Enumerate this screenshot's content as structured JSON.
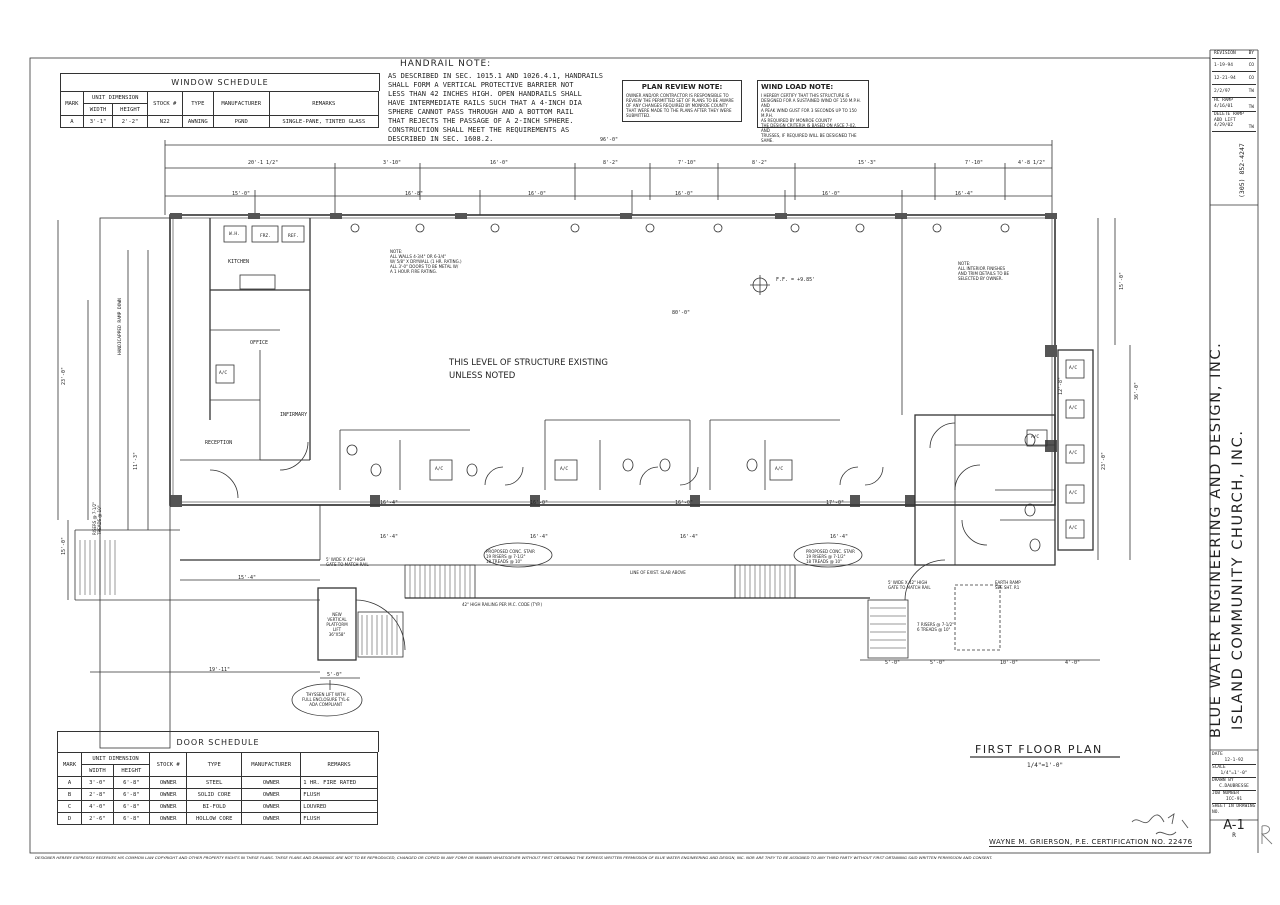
{
  "window_schedule": {
    "title": "WINDOW SCHEDULE",
    "headers": {
      "mark": "MARK",
      "unit_dimension": "UNIT DIMENSION",
      "width": "WIDTH",
      "height": "HEIGHT",
      "stock": "STOCK #",
      "type": "TYPE",
      "manufacturer": "MANUFACTURER",
      "remarks": "REMARKS"
    },
    "row": {
      "mark": "A",
      "width": "3'-1\"",
      "height": "2'-2\"",
      "stock": "N22",
      "type": "AWNING",
      "manufacturer": "PGND",
      "remarks": "SINGLE-PANE, TINTED GLASS"
    }
  },
  "handrail_note": {
    "title": "HANDRAIL NOTE:",
    "lines": [
      "AS DESCRIBED IN SEC. 1015.1 AND 1026.4.1, HANDRAILS",
      "SHALL FORM A VERTICAL PROTECTIVE BARRIER NOT",
      "LESS THAN 42 INCHES HIGH. OPEN HANDRAILS SHALL",
      "HAVE INTERMEDIATE RAILS SUCH THAT A 4-INCH DIA",
      "SPHERE CANNOT PASS THROUGH AND A BOTTOM RAIL",
      "THAT REJECTS THE PASSAGE OF A 2-INCH SPHERE.",
      "CONSTRUCTION SHALL MEET THE REQUIREMENTS AS",
      "DESCRIBED IN SEC. 1608.2."
    ]
  },
  "plan_review_note": {
    "title": "PLAN REVIEW NOTE:",
    "lines": [
      "OWNER AND/OR CONTRACTOR IS RESPONSIBLE TO",
      "REVIEW THE PERMITTED SET OF PLANS TO BE AWARE",
      "OF ANY CHANGES REQUIRED BY MONROE COUNTY",
      "THAT WERE MADE TO THE PLANS AFTER THEY WERE",
      "SUBMITTED."
    ]
  },
  "wind_load_note": {
    "title": "WIND LOAD NOTE:",
    "lines": [
      "I HEREBY CERTIFY THAT THIS STRUCTURE IS",
      "DESIGNED FOR A SUSTAINED WIND OF 150 M.P.H. AND",
      "A PEAK WIND GUST FOR 3 SECONDS UP TO 150 M.P.H.",
      "AS REQUIRED BY MONROE COUNTY",
      "THE DESIGN CRITERIA IS BASED ON ASCE 7-02, AND",
      "TRUSSES, IF REQUIRED WILL BE DESIGNED THE SAME."
    ]
  },
  "dimensions_top": {
    "overall": "96'-0\"",
    "row1": [
      "20'-1 1/2\"",
      "3'-10\"",
      "16'-0\"",
      "8'-2\"",
      "7'-10\"",
      "8'-2\"",
      "15'-3\"",
      "7'-10\"",
      "4'-8 1/2\""
    ],
    "row2": [
      "15'-0\"",
      "16'-8\"",
      "16'-0\"",
      "16'-0\"",
      "16'-0\"",
      "16'-4\""
    ]
  },
  "plan_labels": {
    "center_text_1": "THIS LEVEL OF STRUCTURE EXISTING",
    "center_text_2": "UNLESS NOTED",
    "ff_elevation": "F.F. = +9.85'",
    "dim_80": "80'-0\"",
    "note_left": [
      "NOTE:",
      "ALL WALLS 4-3/4\" OR 6-3/4\"",
      "W/ 5/8\" X DRYWALL (1 HR. RATING.)",
      "ALL 3'-0\" DOORS TO BE METAL W/",
      "A 1 HOUR FIRE RATING."
    ],
    "note_right": [
      "NOTE:",
      "ALL INTERIOR FINISHES",
      "AND TRIM DETAILS TO BE",
      "SELECTED BY OWNER."
    ],
    "rooms": {
      "kitchen": "KITCHEN",
      "office": "OFFICE",
      "infirmary": "INFIRMARY",
      "reception": "RECEPTION",
      "wh": "W.H.",
      "frz": "FRZ.",
      "ref": "REF.",
      "ramp": "HANDICAPPED RAMP DOWN"
    },
    "stair_left": [
      "PROPOSED CONC. STAIR",
      "19 RISERS @ 7-1/2\"",
      "18 TREADS @ 10\""
    ],
    "stair_right": [
      "PROPOSED CONC. STAIR",
      "19 RISERS @ 7-1/2\"",
      "18 TREADS @ 10\""
    ],
    "gate_left": [
      "5' WIDE X 42\" HIGH",
      "GATE TO MATCH RAIL"
    ],
    "gate_right": [
      "5' WIDE X 42\" HIGH",
      "GATE TO MATCH RAIL"
    ],
    "railing": "42\" HIGH RAILING PER M.C. CODE (TYP.)",
    "slab": "LINE OF EXIST. SLAB ABOVE",
    "lift": [
      "NEW",
      "VERTICAL",
      "PLATFORM",
      "LIFT",
      "36\"X58\""
    ],
    "lift_note": [
      "THYSSEN LIFT WITH",
      "FULL ENCLOSURE TYL-E",
      "ADA COMPLIANT"
    ],
    "earth_ramp": [
      "EARTH RAMP",
      "SEE SHT. R1"
    ],
    "risers_right": [
      "7 RISERS @ 7-1/2\"",
      "6 TREADS @ 10\""
    ],
    "risers_left": [
      "RISERS @ 7-1/2\"",
      "TREADS @ 10\""
    ],
    "ac": "A/C",
    "dims_mid": [
      "16'-4\"",
      "16'-0\"",
      "16'-0\"",
      "17'-0\""
    ],
    "dims_low": [
      "16'-4\"",
      "16'-4\"",
      "16'-4\"",
      "16'-4\""
    ],
    "dims_bottom": [
      "15'-4\"",
      "19'-11\"",
      "5'-0\"",
      "5'-0\"",
      "5'-0\"",
      "10'-0\"",
      "4'-0\""
    ],
    "dims_right": [
      "15'-0\"",
      "36'-0\"",
      "23'-0\"",
      "12'-8\""
    ],
    "dims_left": [
      "23'-0\"",
      "11'-3\"",
      "15'-0\""
    ]
  },
  "door_schedule": {
    "title": "DOOR SCHEDULE",
    "headers": {
      "mark": "MARK",
      "unit_dimension": "UNIT DIMENSION",
      "width": "WIDTH",
      "height": "HEIGHT",
      "stock": "STOCK #",
      "type": "TYPE",
      "manufacturer": "MANUFACTURER",
      "remarks": "REMARKS"
    },
    "rows": [
      {
        "mark": "A",
        "width": "3'-0\"",
        "height": "6'-8\"",
        "stock": "OWNER",
        "type": "STEEL",
        "manufacturer": "OWNER",
        "remarks": "1 HR. FIRE RATED"
      },
      {
        "mark": "B",
        "width": "2'-8\"",
        "height": "6'-8\"",
        "stock": "OWNER",
        "type": "SOLID CORE",
        "manufacturer": "OWNER",
        "remarks": "FLUSH"
      },
      {
        "mark": "C",
        "width": "4'-0\"",
        "height": "6'-8\"",
        "stock": "OWNER",
        "type": "BI-FOLD",
        "manufacturer": "OWNER",
        "remarks": "LOUVRED"
      },
      {
        "mark": "D",
        "width": "2'-6\"",
        "height": "6'-8\"",
        "stock": "OWNER",
        "type": "HOLLOW CORE",
        "manufacturer": "OWNER",
        "remarks": "FLUSH"
      }
    ]
  },
  "drawing_title": {
    "name": "FIRST FLOOR PLAN",
    "scale": "1/4\"=1'-0\""
  },
  "title_block": {
    "firm": "BLUE WATER ENGINEERING AND DESIGN, INC.",
    "project": "ISLAND COMMUNITY CHURCH, INC.",
    "phone": "(305) 852-4247",
    "revisions": [
      {
        "label": "REVISION",
        "by": "BY"
      },
      {
        "label": "1-19-94",
        "by": "CO"
      },
      {
        "label": "12-21-94",
        "by": "CO"
      },
      {
        "label": "2/2/97",
        "by": "TW"
      },
      {
        "label": "HC RAMP 4/16/01",
        "by": "TW"
      },
      {
        "label": "DELETE RAMP ADD LIFT 4/29/02",
        "by": "TW"
      }
    ],
    "date_label": "DATE",
    "date": "12-1-92",
    "scale_label": "SCALE",
    "scale": "1/4\"=1'-0\"",
    "drawn_label": "DRAWN BY",
    "drawn": "C.DAUBRESSE",
    "job_label": "JOB NUMBER",
    "job": "ICC-91",
    "sheet_label": "SHEET IN DRAWING NO.",
    "sheet": "A-1",
    "sheet_sub": "R"
  },
  "certification": "WAYNE M. GRIERSON, P.E. CERTIFICATION NO. 22476",
  "copyright": "DESIGNER HEREBY EXPRESSLY RESERVES HIS COMMON LAW COPYRIGHT AND OTHER PROPERTY RIGHTS IN THESE PLANS. THESE PLANS AND DRAWINGS ARE NOT TO BE REPRODUCED, CHANGED OR COPIED IN ANY FORM OR MANNER WHATSOEVER WITHOUT FIRST OBTAINING THE EXPRESS WRITTEN PERMISSION OF BLUE WATER ENGINEERING AND DESIGN, INC. NOR ARE THEY TO BE ASSIGNED TO ANY THIRD PARTY WITHOUT FIRST OBTAINING SAID WRITTEN PERMISSION AND CONSENT."
}
